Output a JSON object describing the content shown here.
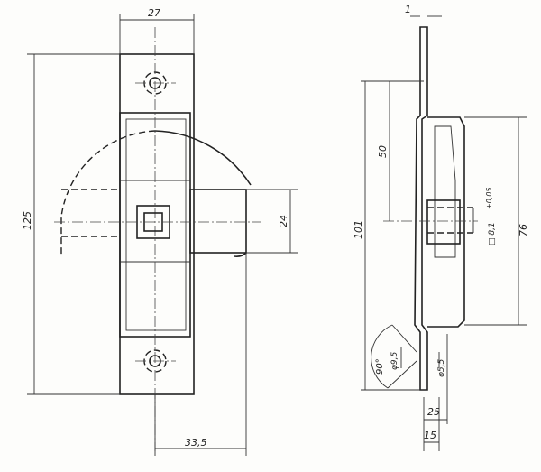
{
  "drawing": {
    "front_view": {
      "dimensions": {
        "width": "27",
        "height": "125",
        "bar_height": "24",
        "bar_offset": "33,5"
      }
    },
    "side_view": {
      "dimensions": {
        "plate_thickness": "1",
        "hub_height": "50",
        "total_height": "101",
        "housing_height": "76",
        "square_size": "□ 8,1",
        "square_tolerance": "+0,05",
        "countersink_angle": "90°",
        "countersink_diameter": "φ9,5",
        "hole_diameter": "φ5,5",
        "depth_25": "25",
        "depth_15": "15"
      }
    }
  }
}
